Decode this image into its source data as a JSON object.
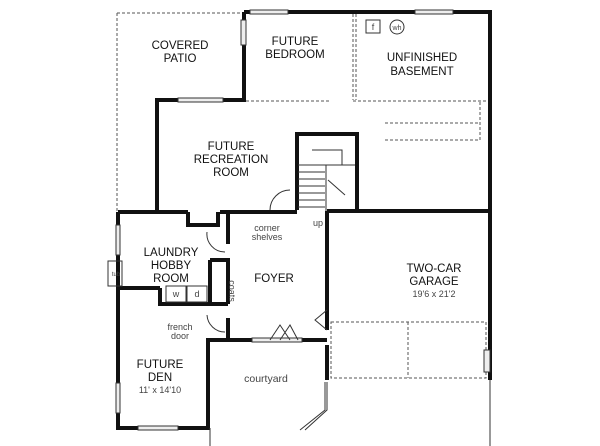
{
  "plan": {
    "rooms": {
      "covered_patio": [
        "COVERED",
        "PATIO"
      ],
      "future_bedroom": [
        "FUTURE",
        "BEDROOM"
      ],
      "unfinished_basement": [
        "UNFINISHED",
        "BASEMENT"
      ],
      "future_recreation_room": [
        "FUTURE",
        "RECREATION",
        "ROOM"
      ],
      "laundry_hobby_room": [
        "LAUNDRY",
        "HOBBY",
        "ROOM"
      ],
      "foyer": "FOYER",
      "two_car_garage": [
        "TWO-CAR",
        "GARAGE"
      ],
      "garage_dims": "19'6 x 21'2",
      "future_den": [
        "FUTURE",
        "DEN"
      ],
      "den_dims": "11' x 14'10",
      "courtyard": "courtyard"
    },
    "notes": {
      "corner_shelves": [
        "corner",
        "shelves"
      ],
      "french_door": [
        "french",
        "door"
      ],
      "coats": "coats",
      "up": "up",
      "washer": "w",
      "dryer": "d",
      "furnace": "f",
      "water_heater": "wh",
      "tub": "tub"
    }
  }
}
